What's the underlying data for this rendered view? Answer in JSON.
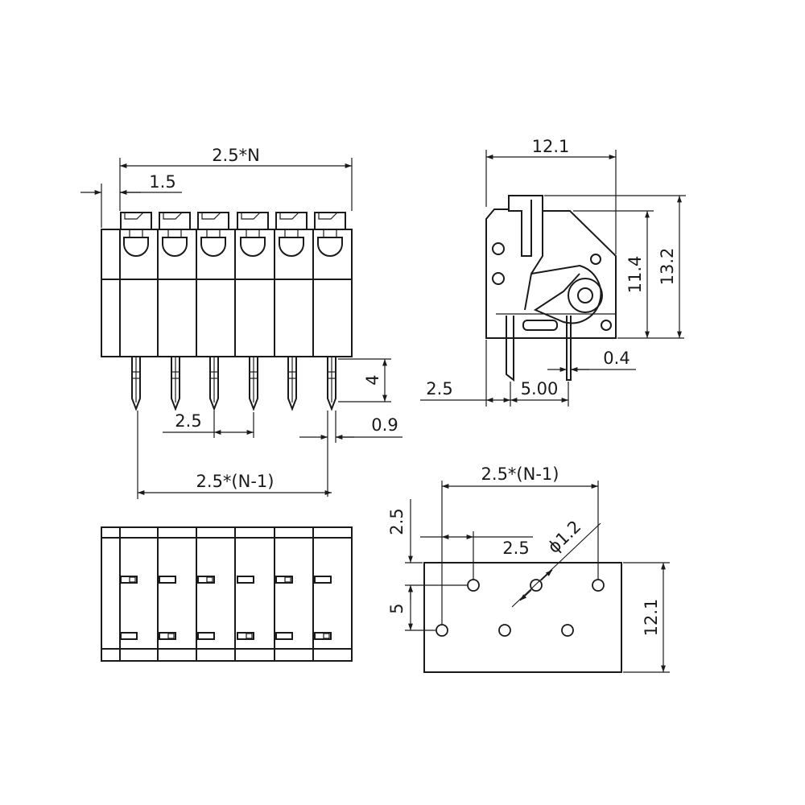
{
  "front_view": {
    "dim_total_width": "2.5*N",
    "dim_offset": "1.5",
    "dim_pitch": "2.5",
    "dim_pin_length": "4",
    "dim_pin_width": "0.9",
    "dim_pin_span": "2.5*(N-1)"
  },
  "side_view": {
    "dim_depth": "12.1",
    "dim_height_body": "11.4",
    "dim_height_total": "13.2",
    "dim_pin_thickness": "0.4",
    "dim_pin_offset": "2.5",
    "dim_pin_row_spacing": "5.00"
  },
  "pcb_footprint": {
    "dim_span": "2.5*(N-1)",
    "dim_row_offset_v": "2.5",
    "dim_row_offset_h": "2.5",
    "dim_hole_diameter": "ϕ1.2",
    "dim_row_spacing": "5",
    "dim_outline_height": "12.1"
  }
}
